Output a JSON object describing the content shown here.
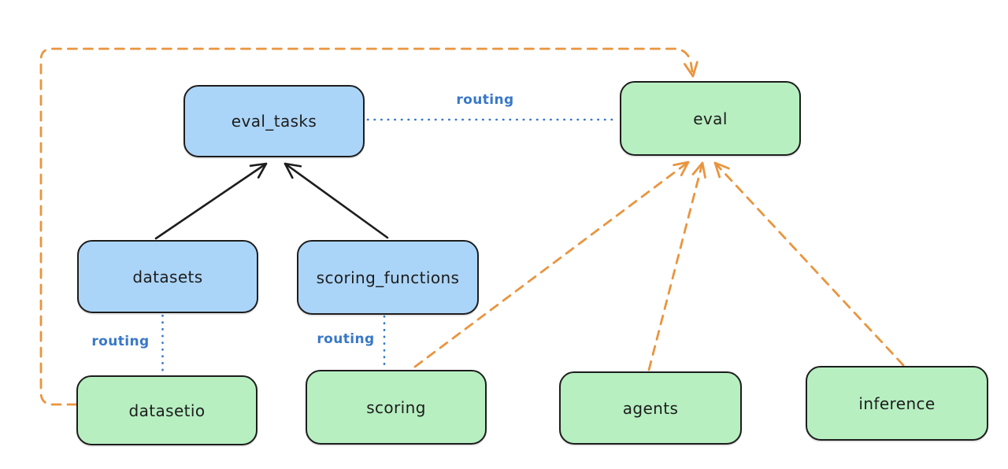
{
  "colors": {
    "bg": "#ffffff",
    "stroke": "#1d1d1d",
    "blue": "#abd5f8",
    "green": "#b7efc1",
    "routing": "#3878c8",
    "orange": "#e9953f"
  },
  "nodes": {
    "eval_tasks": {
      "label": "eval_tasks",
      "color": "blue"
    },
    "eval": {
      "label": "eval",
      "color": "green"
    },
    "datasets": {
      "label": "datasets",
      "color": "blue"
    },
    "scoring_functions": {
      "label": "scoring_functions",
      "color": "blue"
    },
    "datasetio": {
      "label": "datasetio",
      "color": "green"
    },
    "scoring": {
      "label": "scoring",
      "color": "green"
    },
    "agents": {
      "label": "agents",
      "color": "green"
    },
    "inference": {
      "label": "inference",
      "color": "green"
    }
  },
  "edge_labels": {
    "routing_top": "routing",
    "routing_datasetio": "routing",
    "routing_scoring": "routing"
  },
  "edges": [
    {
      "from": "datasets",
      "to": "eval_tasks",
      "style": "solid-arrow",
      "color": "black"
    },
    {
      "from": "scoring_functions",
      "to": "eval_tasks",
      "style": "solid-arrow",
      "color": "black"
    },
    {
      "from": "eval_tasks",
      "to": "eval",
      "style": "dotted",
      "color": "blue",
      "label": "routing"
    },
    {
      "from": "datasets",
      "to": "datasetio",
      "style": "dotted",
      "color": "blue",
      "label": "routing"
    },
    {
      "from": "scoring_functions",
      "to": "scoring",
      "style": "dotted",
      "color": "blue",
      "label": "routing"
    },
    {
      "from": "datasetio",
      "to": "eval",
      "style": "dashed-arrow",
      "color": "orange"
    },
    {
      "from": "scoring",
      "to": "eval",
      "style": "dashed-arrow",
      "color": "orange"
    },
    {
      "from": "agents",
      "to": "eval",
      "style": "dashed-arrow",
      "color": "orange"
    },
    {
      "from": "inference",
      "to": "eval",
      "style": "dashed-arrow",
      "color": "orange"
    }
  ]
}
